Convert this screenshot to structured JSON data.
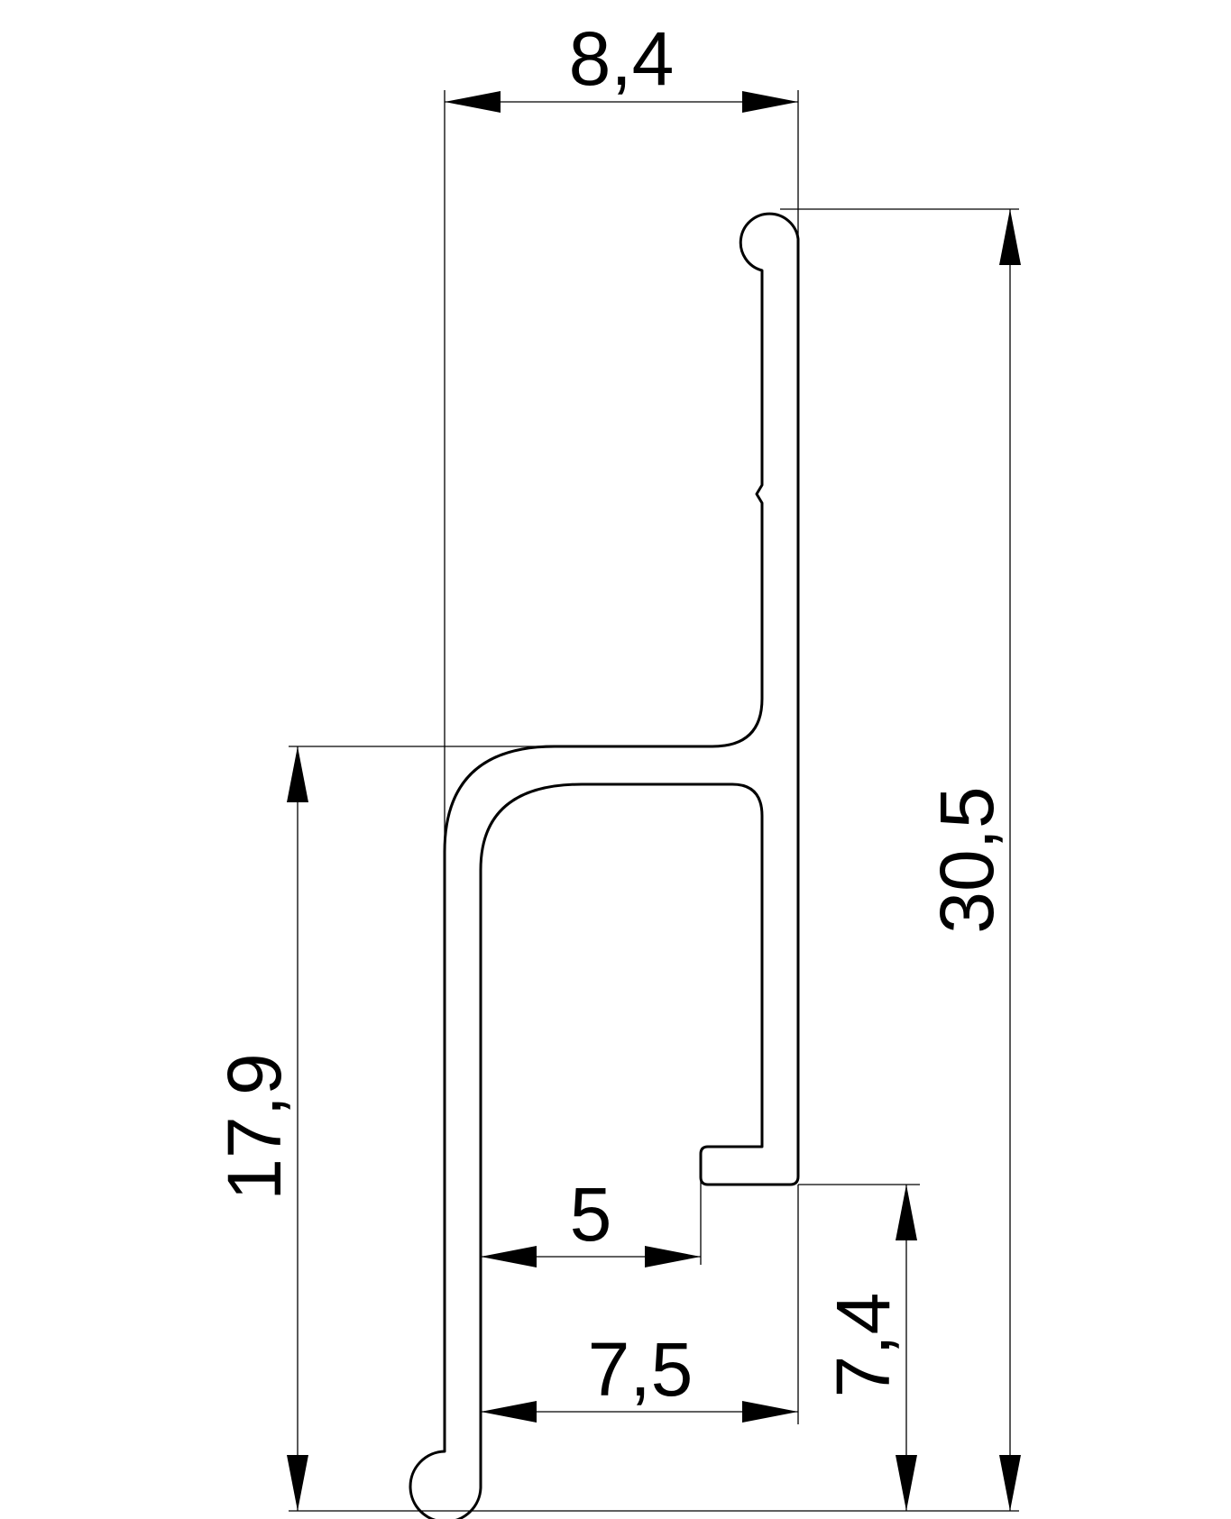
{
  "dimensions": {
    "overall_width": "8,4",
    "overall_height": "30,5",
    "lower_height": "17,9",
    "inner_width": "5",
    "lower_width": "7,5",
    "foot_height": "7,4"
  },
  "colors": {
    "line": "#000000",
    "background": "#ffffff"
  }
}
